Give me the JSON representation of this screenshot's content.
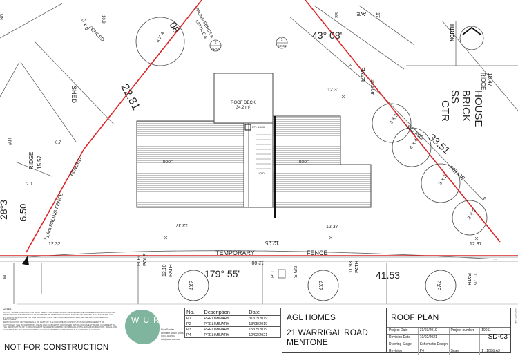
{
  "site": {
    "bearing_top": "43° 08'",
    "bearing_bottom": "179° 55'",
    "bearing_left": "28°3",
    "bearing_topleft": "08",
    "length_left": "22.81",
    "length_right": "33.51",
    "length_front": "41.53",
    "length_left_short": "6.50",
    "length_front_mid": "12.00",
    "length_front_right": "12.25"
  },
  "labels": {
    "shed": "SHED",
    "fenced_top": "FENCED",
    "fenced_left": "FENCED",
    "paling_left": "1.9m PALING FENCE",
    "paling_top": "PALING FENCE &",
    "lattice": "LATTICE &",
    "paling_right": "PALING",
    "fence_right": "FENCE",
    "temporary": "TEMPORARY",
    "fence": "FENCE",
    "ss_brick_house": [
      "SS",
      "BRICK",
      "HOUSE",
      "CTR"
    ],
    "ridge_right_top": "18.47",
    "ridge_right": "RIDGE",
    "ridge_left_top": "15.57",
    "ridge_left": "RIDGE",
    "eave": "EAVE",
    "eave_height": "15.50m",
    "north": "NORTH",
    "elec": "ELEC",
    "pole": "POLE",
    "pit": "PIT",
    "sign": "SIGN",
    "path_left": [
      "12.10",
      "PATH"
    ],
    "path_mid": [
      "11.93",
      "PATH"
    ],
    "path_right": [
      "11.76",
      "PATH"
    ],
    "hw": "HW",
    "ss": "SS",
    "ave": "AVE",
    "un": "UN",
    "num_109": "10.9",
    "num_07": "0.7",
    "num_20": "2.0",
    "num_12_31": "12.31",
    "num_12_37a": "12.37",
    "num_12_37b": "12.37",
    "num_12_37c": "12.37",
    "num_12_32": "12.32",
    "num_17": "17",
    "num_18": "1.8",
    "num_6": "6",
    "num_m": "M",
    "num_5x5": "5 x 5"
  },
  "trees": [
    {
      "label": "4 X 4"
    },
    {
      "label": "3 X 3"
    },
    {
      "label": "4 X 4"
    },
    {
      "label": "3 X 3"
    },
    {
      "label": "3 X 3"
    },
    {
      "label": "4X2"
    },
    {
      "label": "4X2"
    },
    {
      "label": "3X2"
    }
  ],
  "building": {
    "roof_left": "ROOF",
    "roof_right": "ROOF",
    "deck": "ROOF DECK",
    "deck_area": "34.2 m²",
    "void": "VOID",
    "rl": "FFL 6.500",
    "section_no": "2",
    "section_ref": "SD-06",
    "section_no2": "1",
    "section_ref2": "SD-06"
  },
  "title_block": {
    "notes_heading": "NOTES:",
    "notes": "DO NOT SCALE. CONTRACTOR MUST VERIFY ALL DIMENSIONS ON SITE BEFORE COMMENCING ANY WORK OR PREPARING SHOP DRAWINGS WHICH MUST BE APPROVED BY THE ARCHITECT BEFORE MANUFACTURE. ANY EXTRA DETAILS SHOWN ON THIS DRAWING MUST BE CLARIFIED AND APPROVED BEFORE PROCEEDING.",
    "copyright_heading": "COPYRIGHT",
    "copyright": "REPRODUCTION OF THE WHOLE OR PART OF THE DOCUMENT CONSTITUTES AN INFRINGEMENT OF COPYRIGHT. THE INFORMATION, IDEAS AND CONCEPTS CONTAINED IN THIS DOCUMENT IS/ARE CONFIDENTIAL. THE RECIPIENT(S) OF THIS DOCUMENT IS/ARE PROHIBITED FROM DISCLOSING SUCH INFORMATION, IDEAS AND CONCEPTS TO ANY PERSON WITHOUT PRIOR WRITTEN CONSENT OF THE COPYRIGHT HOLDER.",
    "not_for_construction": "NOT FOR CONSTRUCTION",
    "logo": "WURL",
    "contact": [
      "Nola Sander",
      "Architect ARBV 19590",
      "0423 384 967",
      "info@wurl.com.au"
    ],
    "revisions": {
      "headers": [
        "No.",
        "Description",
        "Date"
      ],
      "rows": [
        [
          "P1",
          "PRELIMINARY",
          "31/03/2019"
        ],
        [
          "P2",
          "PRELIMINARY",
          "13/05/2019"
        ],
        [
          "P3",
          "PRELIMINARY",
          "15/05/2019"
        ],
        [
          "P4",
          "PRELIMINARY",
          "10/02/2021"
        ]
      ]
    },
    "client": "AGL HOMES",
    "address_1": "21 WARRIGAL ROAD",
    "address_2": "MENTONE",
    "drawing_title": "ROOF PLAN",
    "project_date_label": "Project Date",
    "project_date": "31/03/2019",
    "project_number_label": "Project number",
    "project_number": "19011",
    "revision_date_label": "Revision Date",
    "revision_date": "10/02/2021",
    "drawing_stage_label": "Drawing Stage",
    "drawing_stage": "Schematic Design",
    "revision_label": "Revision",
    "revision": "P4",
    "scale_label": "Scale",
    "scale": "1 : 100@A3",
    "sheet": "SD-03",
    "edge_text": "10/02/2021 PM"
  }
}
